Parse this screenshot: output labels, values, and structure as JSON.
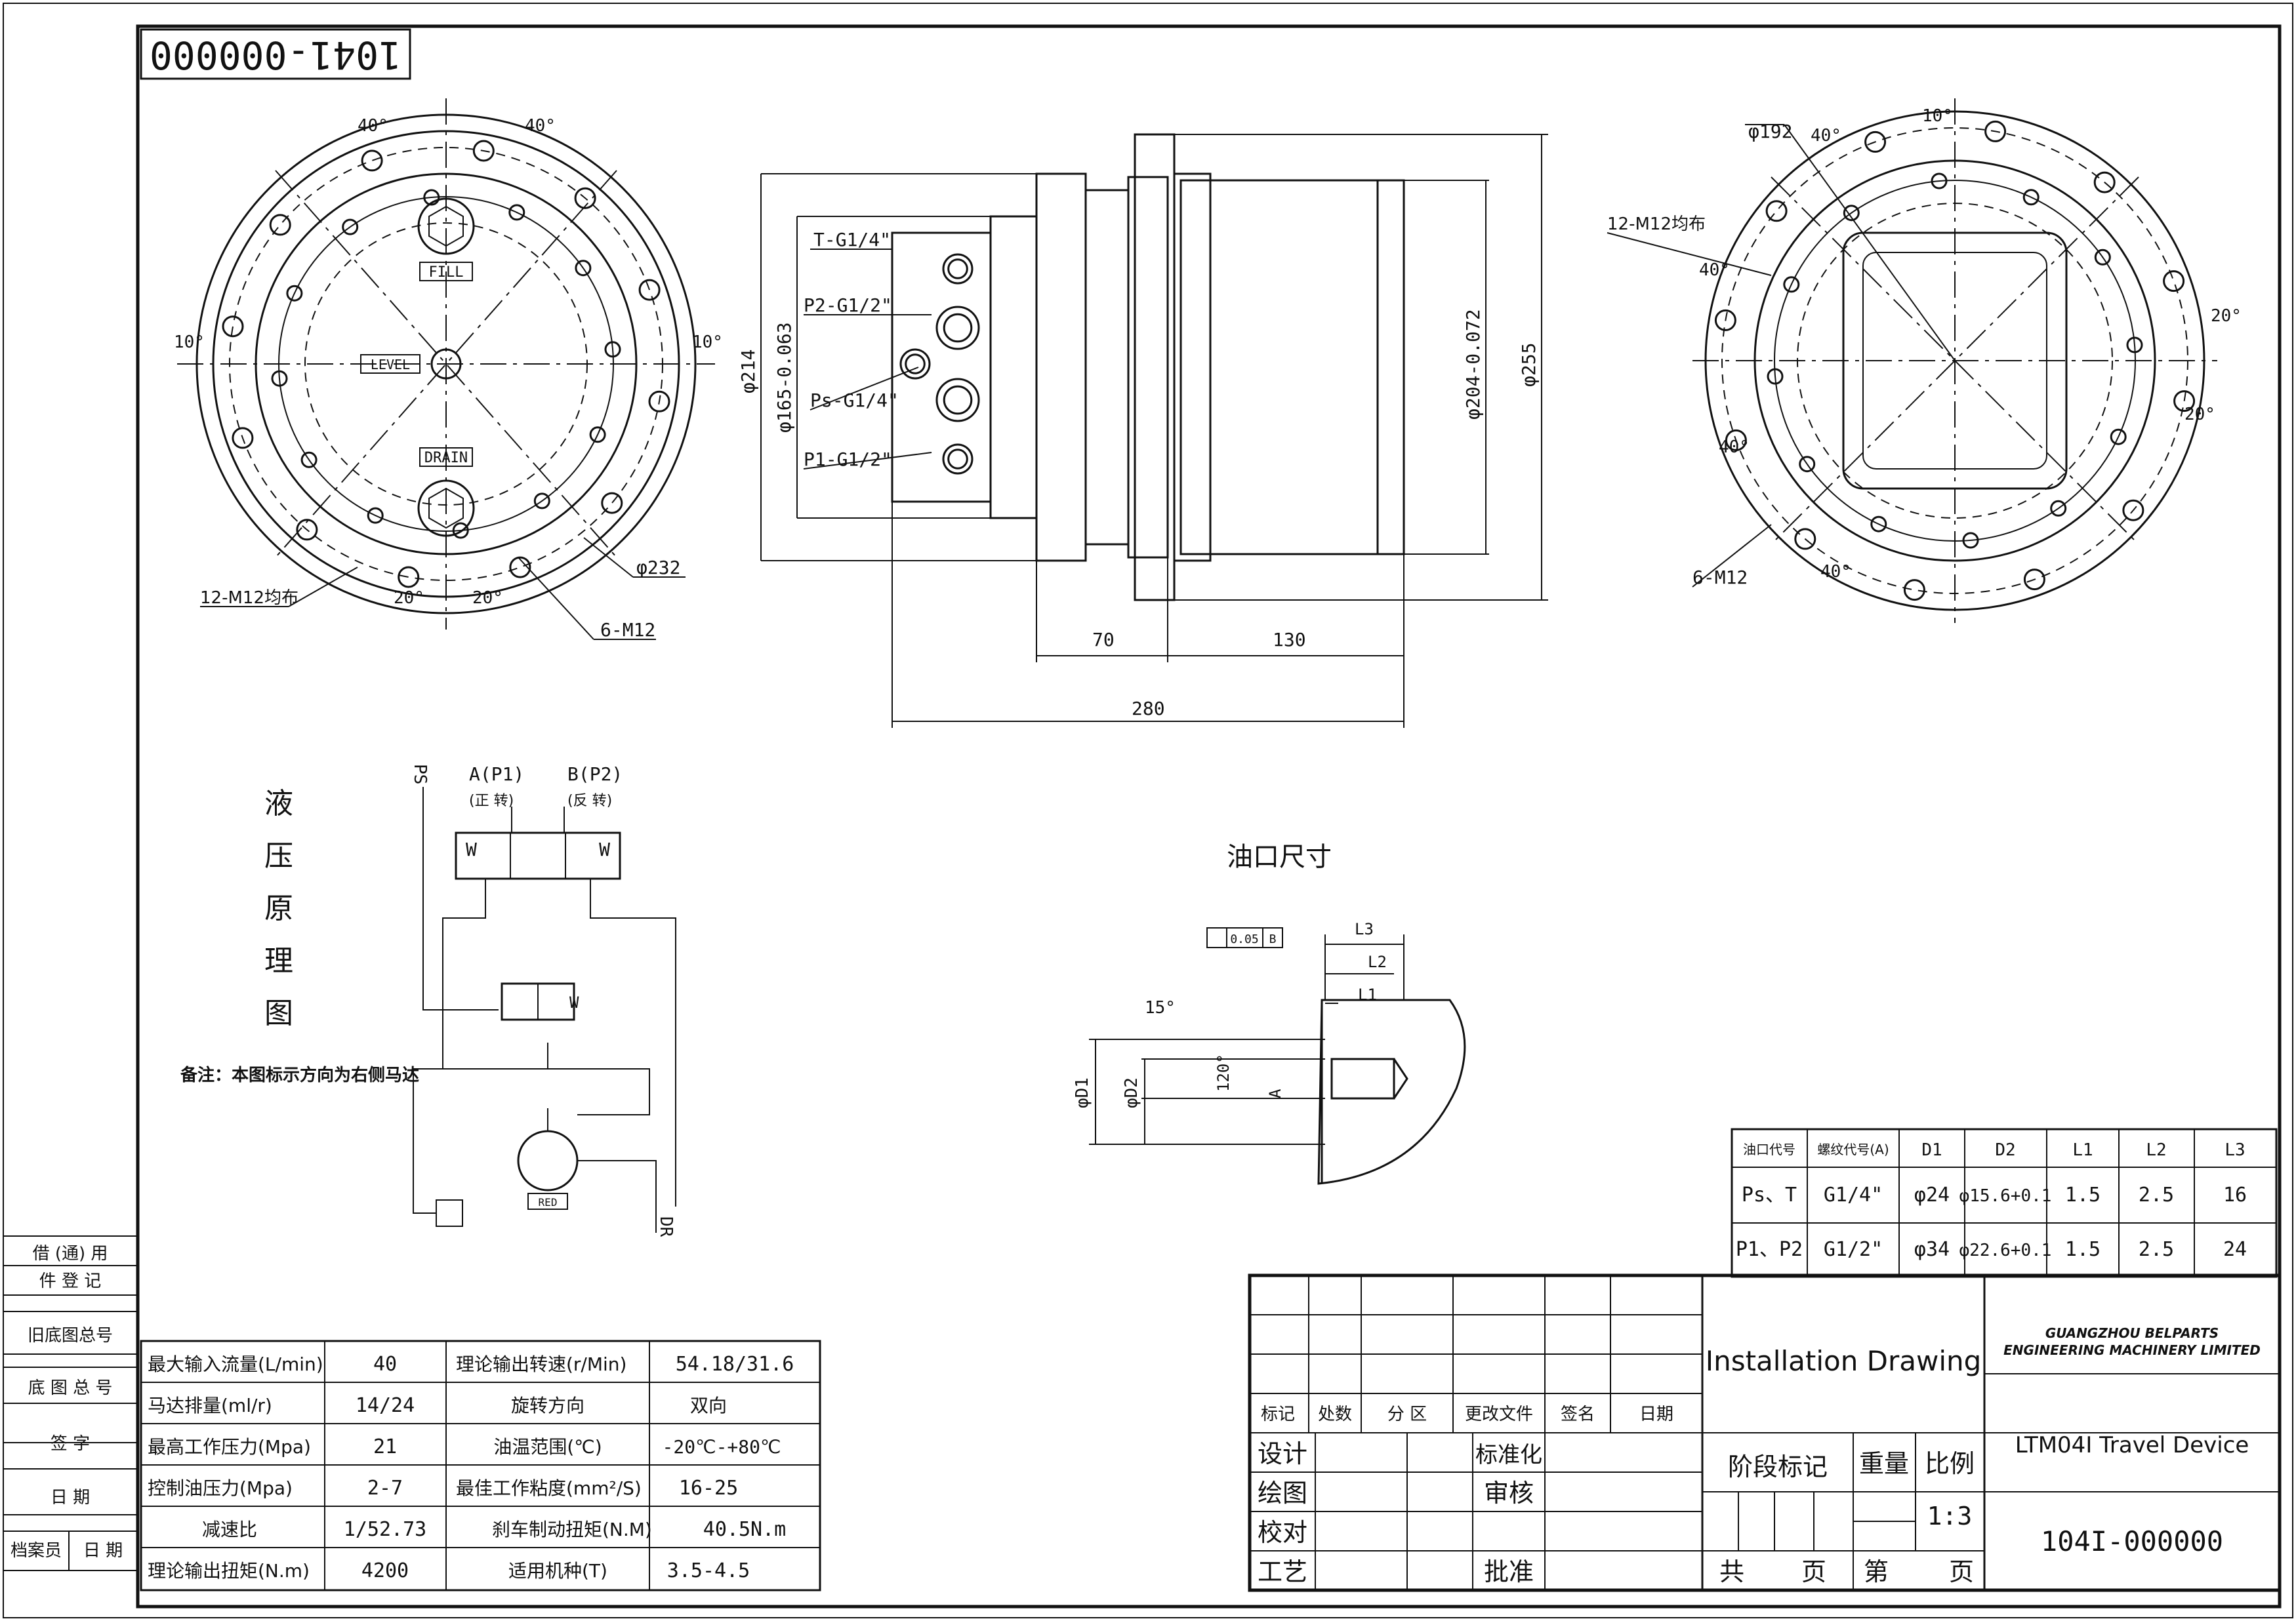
{
  "drawing_number_box": "1041-000000",
  "front_view": {
    "labels": {
      "fill": "FILL",
      "level": "LEVEL",
      "drain": "DRAIN",
      "angle_40_a": "40°",
      "angle_40_b": "40°",
      "angle_10_left": "10°",
      "angle_10_right": "10°",
      "angle_20_a": "20°",
      "angle_20_b": "20°",
      "dia_232": "φ232",
      "bolts_12": "12-M12均布",
      "bolts_6": "6-M12"
    }
  },
  "side_view": {
    "ports": [
      "T-G1/4\"",
      "P2-G1/2\"",
      "Ps-G1/4\"",
      "P1-G1/2\""
    ],
    "dims": {
      "d214": "φ214",
      "d165": "φ165-0.063",
      "d204": "φ204-0.072",
      "d255": "φ255",
      "l70": "70",
      "l130": "130",
      "l280": "280"
    }
  },
  "back_view": {
    "labels": {
      "d192": "φ192",
      "bolts_12": "12-M12均布",
      "bolts_6": "6-M12",
      "a10": "10°",
      "a40_a": "40°",
      "a40_b": "40°",
      "a40_c": "40°",
      "a40_d": "40°",
      "a20_a": "20°",
      "a20_b": "20°"
    }
  },
  "hydraulic": {
    "title_chars": [
      "液",
      "压",
      "原",
      "理",
      "图"
    ],
    "note": "备注：本图标示方向为右侧马达",
    "port_a": "A(P1)",
    "port_a_sub": "(正 转)",
    "port_b": "B(P2)",
    "port_b_sub": "(反 转)",
    "ps": "PS",
    "dr": "DR",
    "w1": "W",
    "w2": "W",
    "w3": "W",
    "red": "RED"
  },
  "port_detail": {
    "title": "油口尺寸",
    "tolerance": "0.05",
    "datum": "B",
    "angle_15": "15°",
    "angle_120": "120°",
    "l1": "L1",
    "l2": "L2",
    "l3": "L3",
    "d1": "φD1",
    "d2": "φD2",
    "a": "A"
  },
  "port_table": {
    "headers": [
      "油口代号",
      "螺纹代号(A)",
      "D1",
      "D2",
      "L1",
      "L2",
      "L3"
    ],
    "rows": [
      [
        "Ps、T",
        "G1/4\"",
        "φ24",
        "φ15.6+0.1",
        "1.5",
        "2.5",
        "16"
      ],
      [
        "P1、P2",
        "G1/2\"",
        "φ34",
        "φ22.6+0.1",
        "1.5",
        "2.5",
        "24"
      ]
    ]
  },
  "spec_table": [
    [
      "最大输入流量(L/min)",
      "40",
      "理论输出转速(r/Min)",
      "54.18/31.6"
    ],
    [
      "马达排量(ml/r)",
      "14/24",
      "旋转方向",
      "双向"
    ],
    [
      "最高工作压力(Mpa)",
      "21",
      "油温范围(℃)",
      "-20℃-+80℃"
    ],
    [
      "控制油压力(Mpa)",
      "2-7",
      "最佳工作粘度(mm²/S)",
      "16-25"
    ],
    [
      "减速比",
      "1/52.73",
      "刹车制动扭矩(N.M)",
      "40.5N.m"
    ],
    [
      "理论输出扭矩(N.m)",
      "4200",
      "适用机种(T)",
      "3.5-4.5"
    ]
  ],
  "left_margin": {
    "r1a": "借 (通) 用",
    "r1b": "件  登  记",
    "r2": "旧底图总号",
    "r3": "底 图 总 号",
    "r4": "签    字",
    "r5": "日    期",
    "r6a": "档案员",
    "r6b": "日 期"
  },
  "title_block": {
    "rev_headers": [
      "标记",
      "处数",
      "分  区",
      "更改文件",
      "签名",
      "日期"
    ],
    "roles": [
      "设计",
      "绘图",
      "校对",
      "工艺"
    ],
    "roles2": [
      "标准化",
      "审核",
      "批准"
    ],
    "stage": "阶段标记",
    "weight": "重量",
    "scale_label": "比例",
    "scale": "1:3",
    "sheet_total": "共",
    "page1": "页",
    "sheet_no": "第",
    "page2": "页",
    "drawing_title": "Installation Drawing",
    "company_line1": "GUANGZHOU BELPARTS",
    "company_line2": "ENGINEERING MACHINERY LIMITED",
    "product": "LTM04I Travel Device",
    "number": "104I-000000"
  }
}
